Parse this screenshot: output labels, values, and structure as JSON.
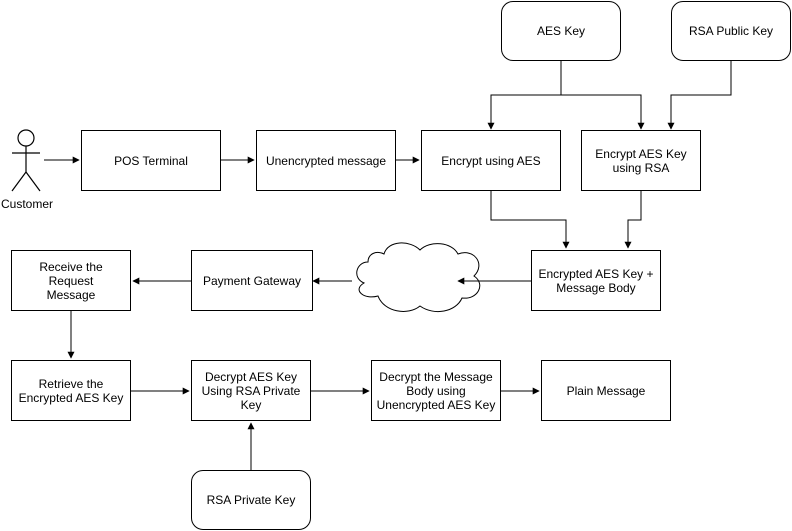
{
  "diagram": {
    "actor": {
      "label": "Customer"
    },
    "nodes": {
      "aes_key": "AES Key",
      "rsa_public_key": "RSA Public Key",
      "pos_terminal": "POS Terminal",
      "unencrypted_message": "Unencrypted message",
      "encrypt_aes": "Encrypt using AES",
      "encrypt_aes_key_rsa": "Encrypt AES Key\nusing RSA",
      "encrypted_bundle": "Encrypted AES Key +\nMessage Body",
      "payment_gateway": "Payment Gateway",
      "receive_request": "Receive the Request\nMessage",
      "retrieve_key": "Retrieve the\nEncrypted AES Key",
      "decrypt_aes_key": "Decrypt AES Key\nUsing RSA Private\nKey",
      "decrypt_body": "Decrypt the Message\nBody using\nUnencrypted AES Key",
      "plain_message": "Plain Message",
      "rsa_private_key": "RSA Private Key"
    }
  }
}
